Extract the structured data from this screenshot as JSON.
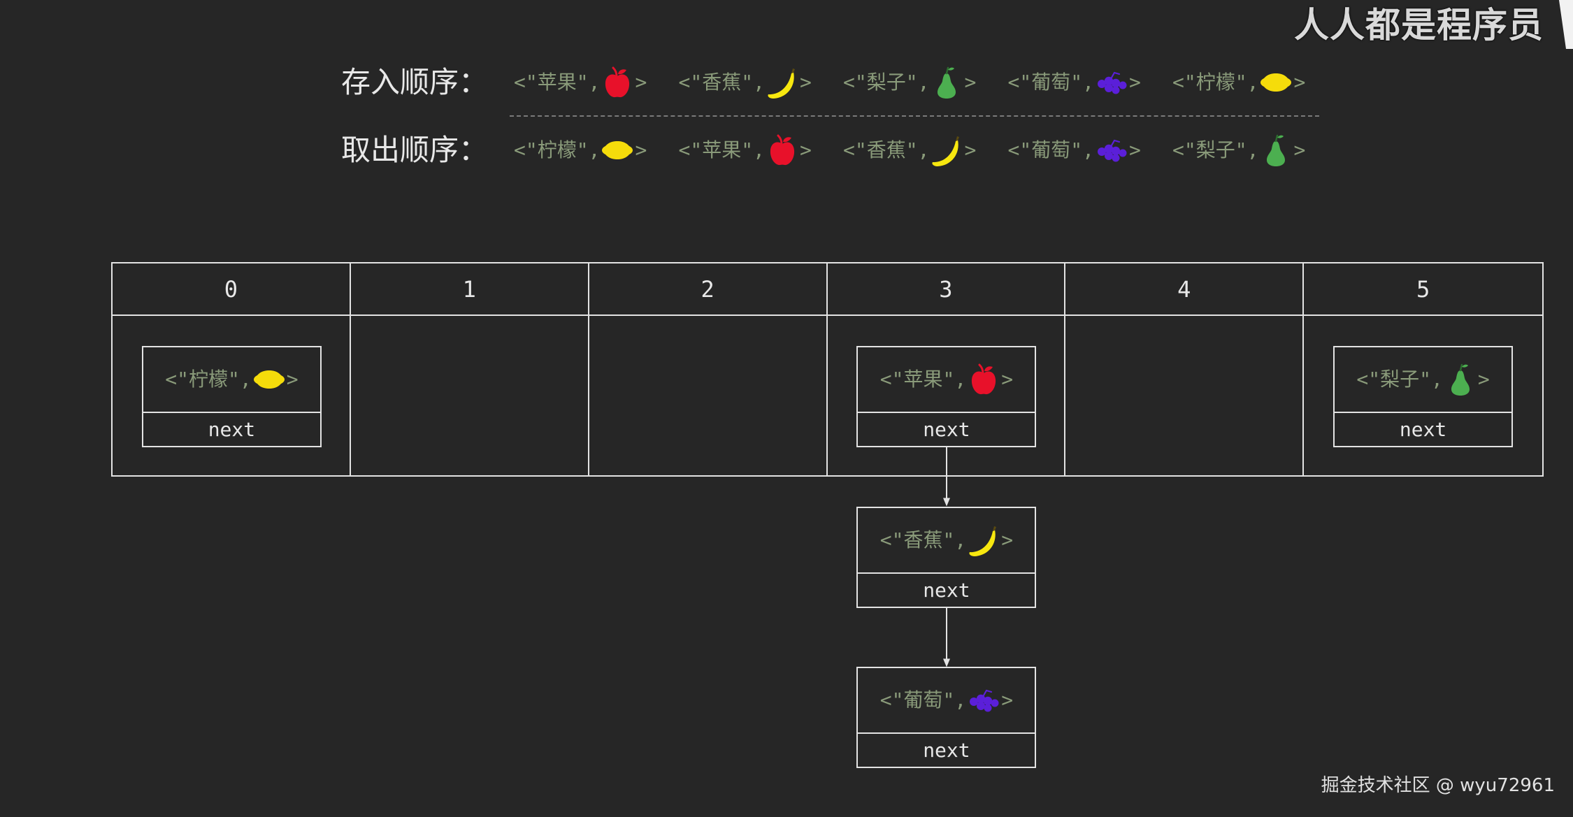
{
  "watermark": {
    "top": "人人都是程序员",
    "bottom": "掘金技术社区 @ wyu72961"
  },
  "colors": {
    "background": "#262626",
    "line": "#e3e3e3",
    "text": "#e8e8e8",
    "entry_text": "#8a9b7a",
    "divider": "#7a7a7a",
    "icons": {
      "apple-icon": "#e8112a",
      "banana-icon": "#f7e70f",
      "pear-icon": "#4caf50",
      "grapes-icon": "#5b1fd9",
      "lemon-icon": "#f5dc0b"
    }
  },
  "insert_order": {
    "label": "存入顺序：",
    "entries": [
      {
        "open": "<\"苹果\",",
        "icon": "apple-icon",
        "close": ">"
      },
      {
        "open": "<\"香蕉\",",
        "icon": "banana-icon",
        "close": ">"
      },
      {
        "open": "<\"梨子\",",
        "icon": "pear-icon",
        "close": ">"
      },
      {
        "open": "<\"葡萄\",",
        "icon": "grapes-icon",
        "close": ">"
      },
      {
        "open": "<\"柠檬\",",
        "icon": "lemon-icon",
        "close": ">"
      }
    ]
  },
  "retrieve_order": {
    "label": "取出顺序：",
    "entries": [
      {
        "open": "<\"柠檬\",",
        "icon": "lemon-icon",
        "close": ">"
      },
      {
        "open": "<\"苹果\",",
        "icon": "apple-icon",
        "close": ">"
      },
      {
        "open": "<\"香蕉\",",
        "icon": "banana-icon",
        "close": ">"
      },
      {
        "open": "<\"葡萄\",",
        "icon": "grapes-icon",
        "close": ">"
      },
      {
        "open": "<\"梨子\",",
        "icon": "pear-icon",
        "close": ">"
      }
    ]
  },
  "hash_table": {
    "indices": [
      "0",
      "1",
      "2",
      "3",
      "4",
      "5"
    ],
    "next_label": "next",
    "buckets": [
      [
        {
          "open": "<\"柠檬\",",
          "icon": "lemon-icon",
          "close": ">"
        }
      ],
      [],
      [],
      [
        {
          "open": "<\"苹果\",",
          "icon": "apple-icon",
          "close": ">"
        },
        {
          "open": "<\"香蕉\",",
          "icon": "banana-icon",
          "close": ">"
        },
        {
          "open": "<\"葡萄\",",
          "icon": "grapes-icon",
          "close": ">"
        }
      ],
      [],
      [
        {
          "open": "<\"梨子\",",
          "icon": "pear-icon",
          "close": ">"
        }
      ]
    ]
  }
}
